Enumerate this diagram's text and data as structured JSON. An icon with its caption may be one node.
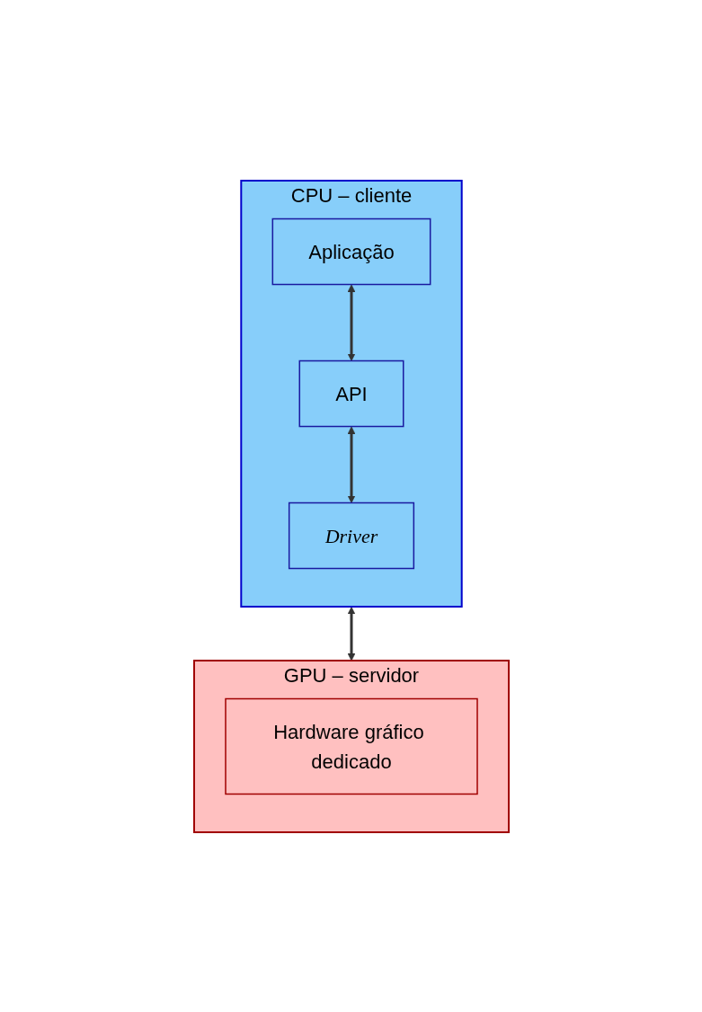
{
  "diagram": {
    "nodes": [
      {
        "text": [
          "CPU – cliente"
        ]
      },
      {
        "text": [
          "Aplicação"
        ],
        "in": 0
      },
      {
        "text": [
          "API"
        ],
        "in": 0
      },
      {
        "text": [
          "Driver"
        ],
        "in": 0
      },
      {
        "text": [
          "GPU – servidor"
        ]
      },
      {
        "text": [
          "Hardware gráfico dedicado"
        ],
        "in": 4
      }
    ],
    "edges": [
      {
        "from": 1,
        "to": 2,
        "arrow": "both"
      },
      {
        "from": 2,
        "to": 3,
        "arrow": "both"
      },
      {
        "from": 0,
        "to": 4,
        "arrow": "both"
      }
    ]
  }
}
